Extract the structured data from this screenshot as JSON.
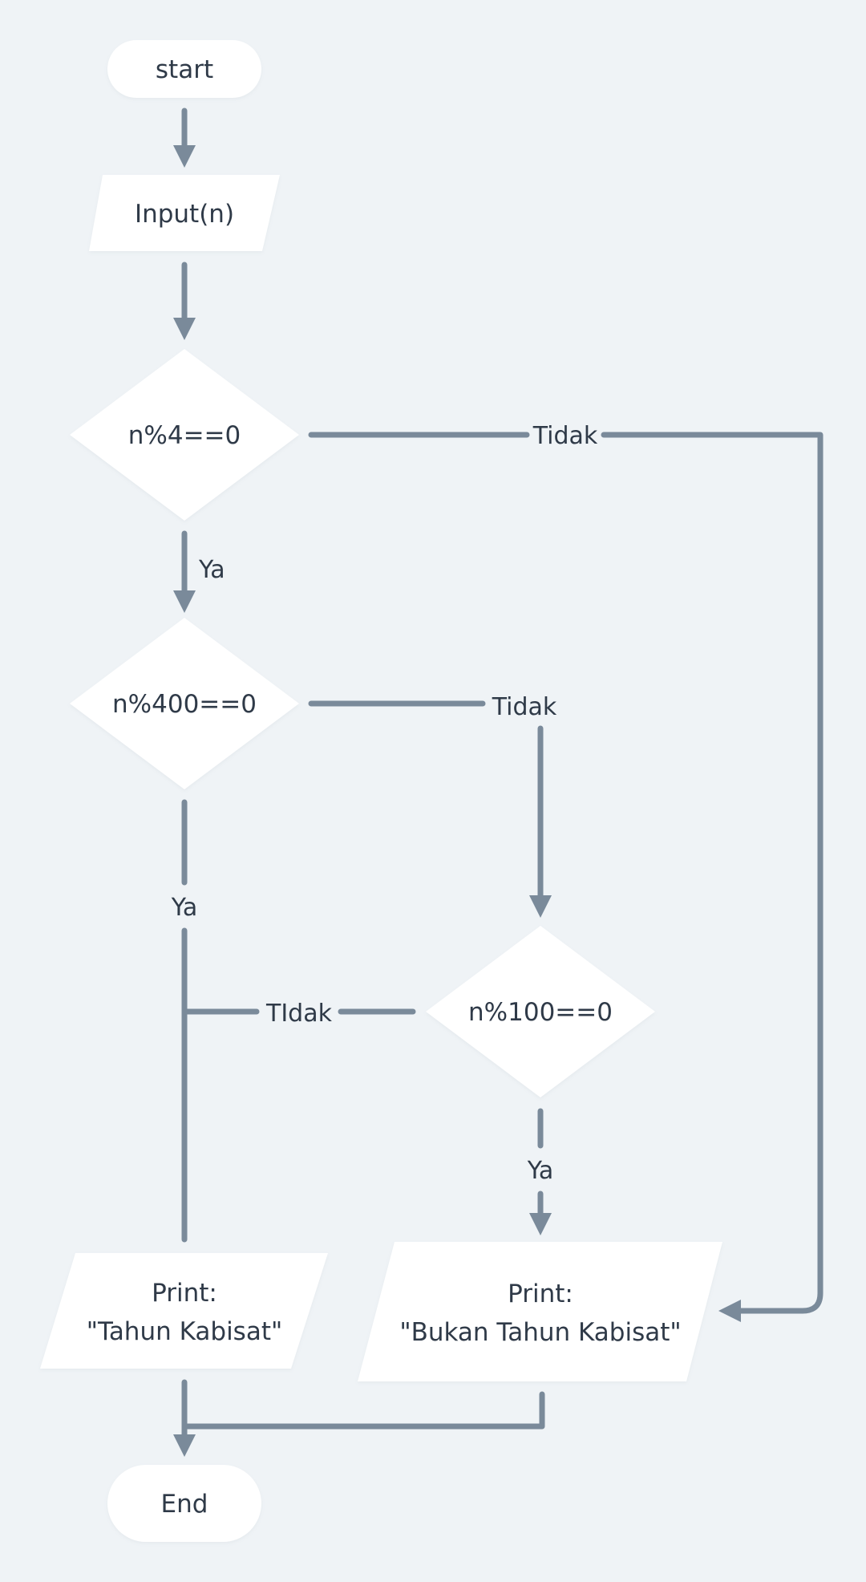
{
  "nodes": {
    "start": "start",
    "input": "Input(n)",
    "cond_mod4": "n%4==0",
    "cond_mod400": "n%400==0",
    "cond_mod100": "n%100==0",
    "print_kabisat_line1": "Print:",
    "print_kabisat_line2": "\"Tahun Kabisat\"",
    "print_bukan_line1": "Print:",
    "print_bukan_line2": "\"Bukan Tahun Kabisat\"",
    "end": "End"
  },
  "edges": {
    "mod4_yes": "Ya",
    "mod4_no": "Tidak",
    "mod400_yes": "Ya",
    "mod400_no": "Tidak",
    "mod100_yes": "Ya",
    "mod100_no": "TIdak"
  },
  "colors": {
    "background": "#eff3f6",
    "node_fill": "#ffffff",
    "connector": "#7a8a9a",
    "text": "#2f3a48"
  }
}
